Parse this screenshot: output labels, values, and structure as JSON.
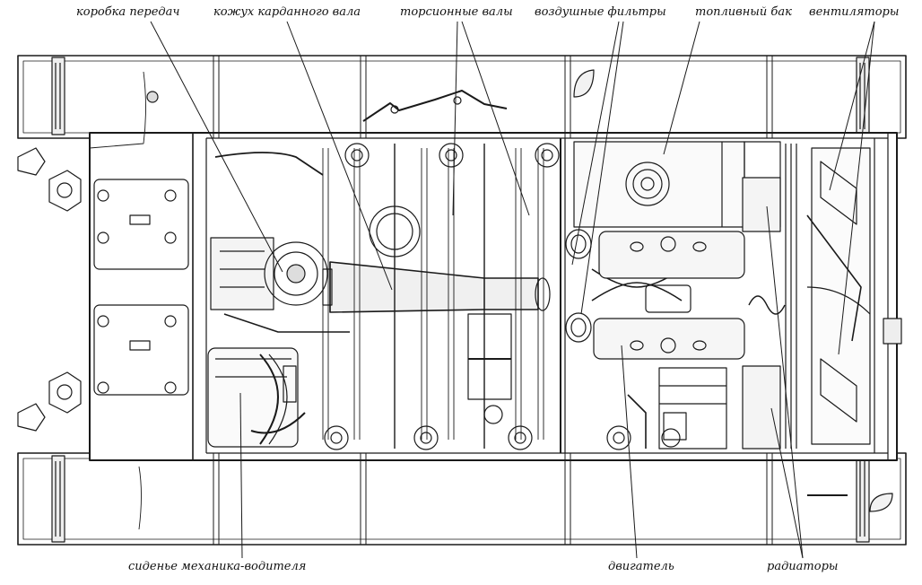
{
  "labels": {
    "gearbox": "коробка передач",
    "driveshaft_casing": "кожух карданного вала",
    "torsion_bars": "торсионные валы",
    "air_filters": "воздушные фильтры",
    "fuel_tank": "топливный бак",
    "fans": "вентиляторы",
    "driver_seat": "сиденье механика-водителя",
    "engine": "двигатель",
    "radiators": "радиаторы"
  }
}
